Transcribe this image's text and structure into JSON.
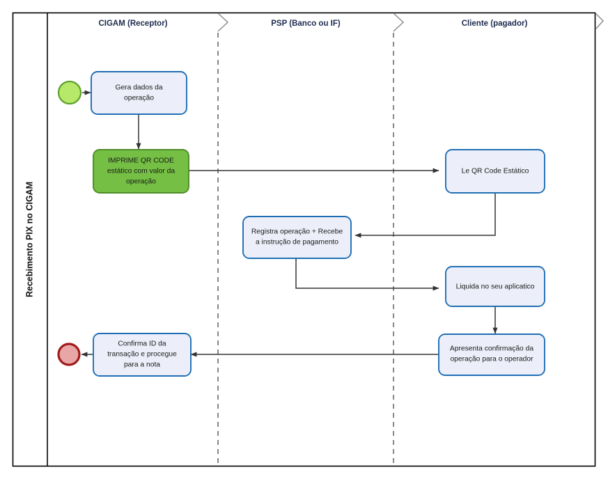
{
  "diagram": {
    "type": "bpmn-swimlane",
    "pool_title": "Recebimento PIX no CIGAM",
    "lanes": [
      {
        "id": "lane-cigam",
        "label": "CIGAM (Receptor)"
      },
      {
        "id": "lane-psp",
        "label": "PSP (Banco ou IF)"
      },
      {
        "id": "lane-cliente",
        "label": "Cliente (pagador)"
      }
    ],
    "events": [
      {
        "id": "start-event",
        "type": "start",
        "label": "",
        "lane": "lane-cigam",
        "color": "#b6e86a",
        "border": "#5ea12c"
      },
      {
        "id": "end-event",
        "type": "end",
        "label": "",
        "lane": "lane-cigam",
        "color": "#e8a6a6",
        "border": "#a01b1b"
      }
    ],
    "tasks": [
      {
        "id": "task-gera-dados",
        "lane": "lane-cigam",
        "lines": [
          "Gera dados da",
          "operação"
        ],
        "style": "blue",
        "fill": "#eceff9",
        "border": "#1f6eb5"
      },
      {
        "id": "task-imprime-qr",
        "lane": "lane-cigam",
        "lines": [
          "IMPRIME QR CODE",
          "estático com valor da",
          "operação"
        ],
        "style": "green",
        "fill": "#74bf44",
        "border": "#4f8c2a"
      },
      {
        "id": "task-le-qr",
        "lane": "lane-cliente",
        "lines": [
          "Le QR Code Estático"
        ],
        "style": "blue",
        "fill": "#eceff9",
        "border": "#1f6eb5"
      },
      {
        "id": "task-registra-operacao",
        "lane": "lane-psp",
        "lines": [
          "Registra operação + Recebe",
          "a instrução de pagamento"
        ],
        "style": "blue",
        "fill": "#eceff9",
        "border": "#1f6eb5"
      },
      {
        "id": "task-liquida",
        "lane": "lane-cliente",
        "lines": [
          "Liquida no seu aplicatico"
        ],
        "style": "blue",
        "fill": "#eceff9",
        "border": "#1f6eb5"
      },
      {
        "id": "task-apresenta-confirmacao",
        "lane": "lane-cliente",
        "lines": [
          "Apresenta confirmação da",
          "operação para o operador"
        ],
        "style": "blue",
        "fill": "#eceff9",
        "border": "#1f6eb5"
      },
      {
        "id": "task-confirma-id",
        "lane": "lane-cigam",
        "lines": [
          "Confirma ID da",
          "transação e procegue",
          "para a nota"
        ],
        "style": "blue",
        "fill": "#eceff9",
        "border": "#1f6eb5"
      }
    ],
    "flows": [
      {
        "id": "flow-start-to-gera",
        "from": "start-event",
        "to": "task-gera-dados"
      },
      {
        "id": "flow-gera-to-imprime",
        "from": "task-gera-dados",
        "to": "task-imprime-qr"
      },
      {
        "id": "flow-imprime-to-leqr",
        "from": "task-imprime-qr",
        "to": "task-le-qr"
      },
      {
        "id": "flow-leqr-to-registra",
        "from": "task-le-qr",
        "to": "task-registra-operacao"
      },
      {
        "id": "flow-registra-to-liquida",
        "from": "task-registra-operacao",
        "to": "task-liquida"
      },
      {
        "id": "flow-liquida-to-apresenta",
        "from": "task-liquida",
        "to": "task-apresenta-confirmacao"
      },
      {
        "id": "flow-apresenta-to-confirma",
        "from": "task-apresenta-confirmacao",
        "to": "task-confirma-id"
      },
      {
        "id": "flow-confirma-to-end",
        "from": "task-confirma-id",
        "to": "end-event"
      }
    ]
  }
}
